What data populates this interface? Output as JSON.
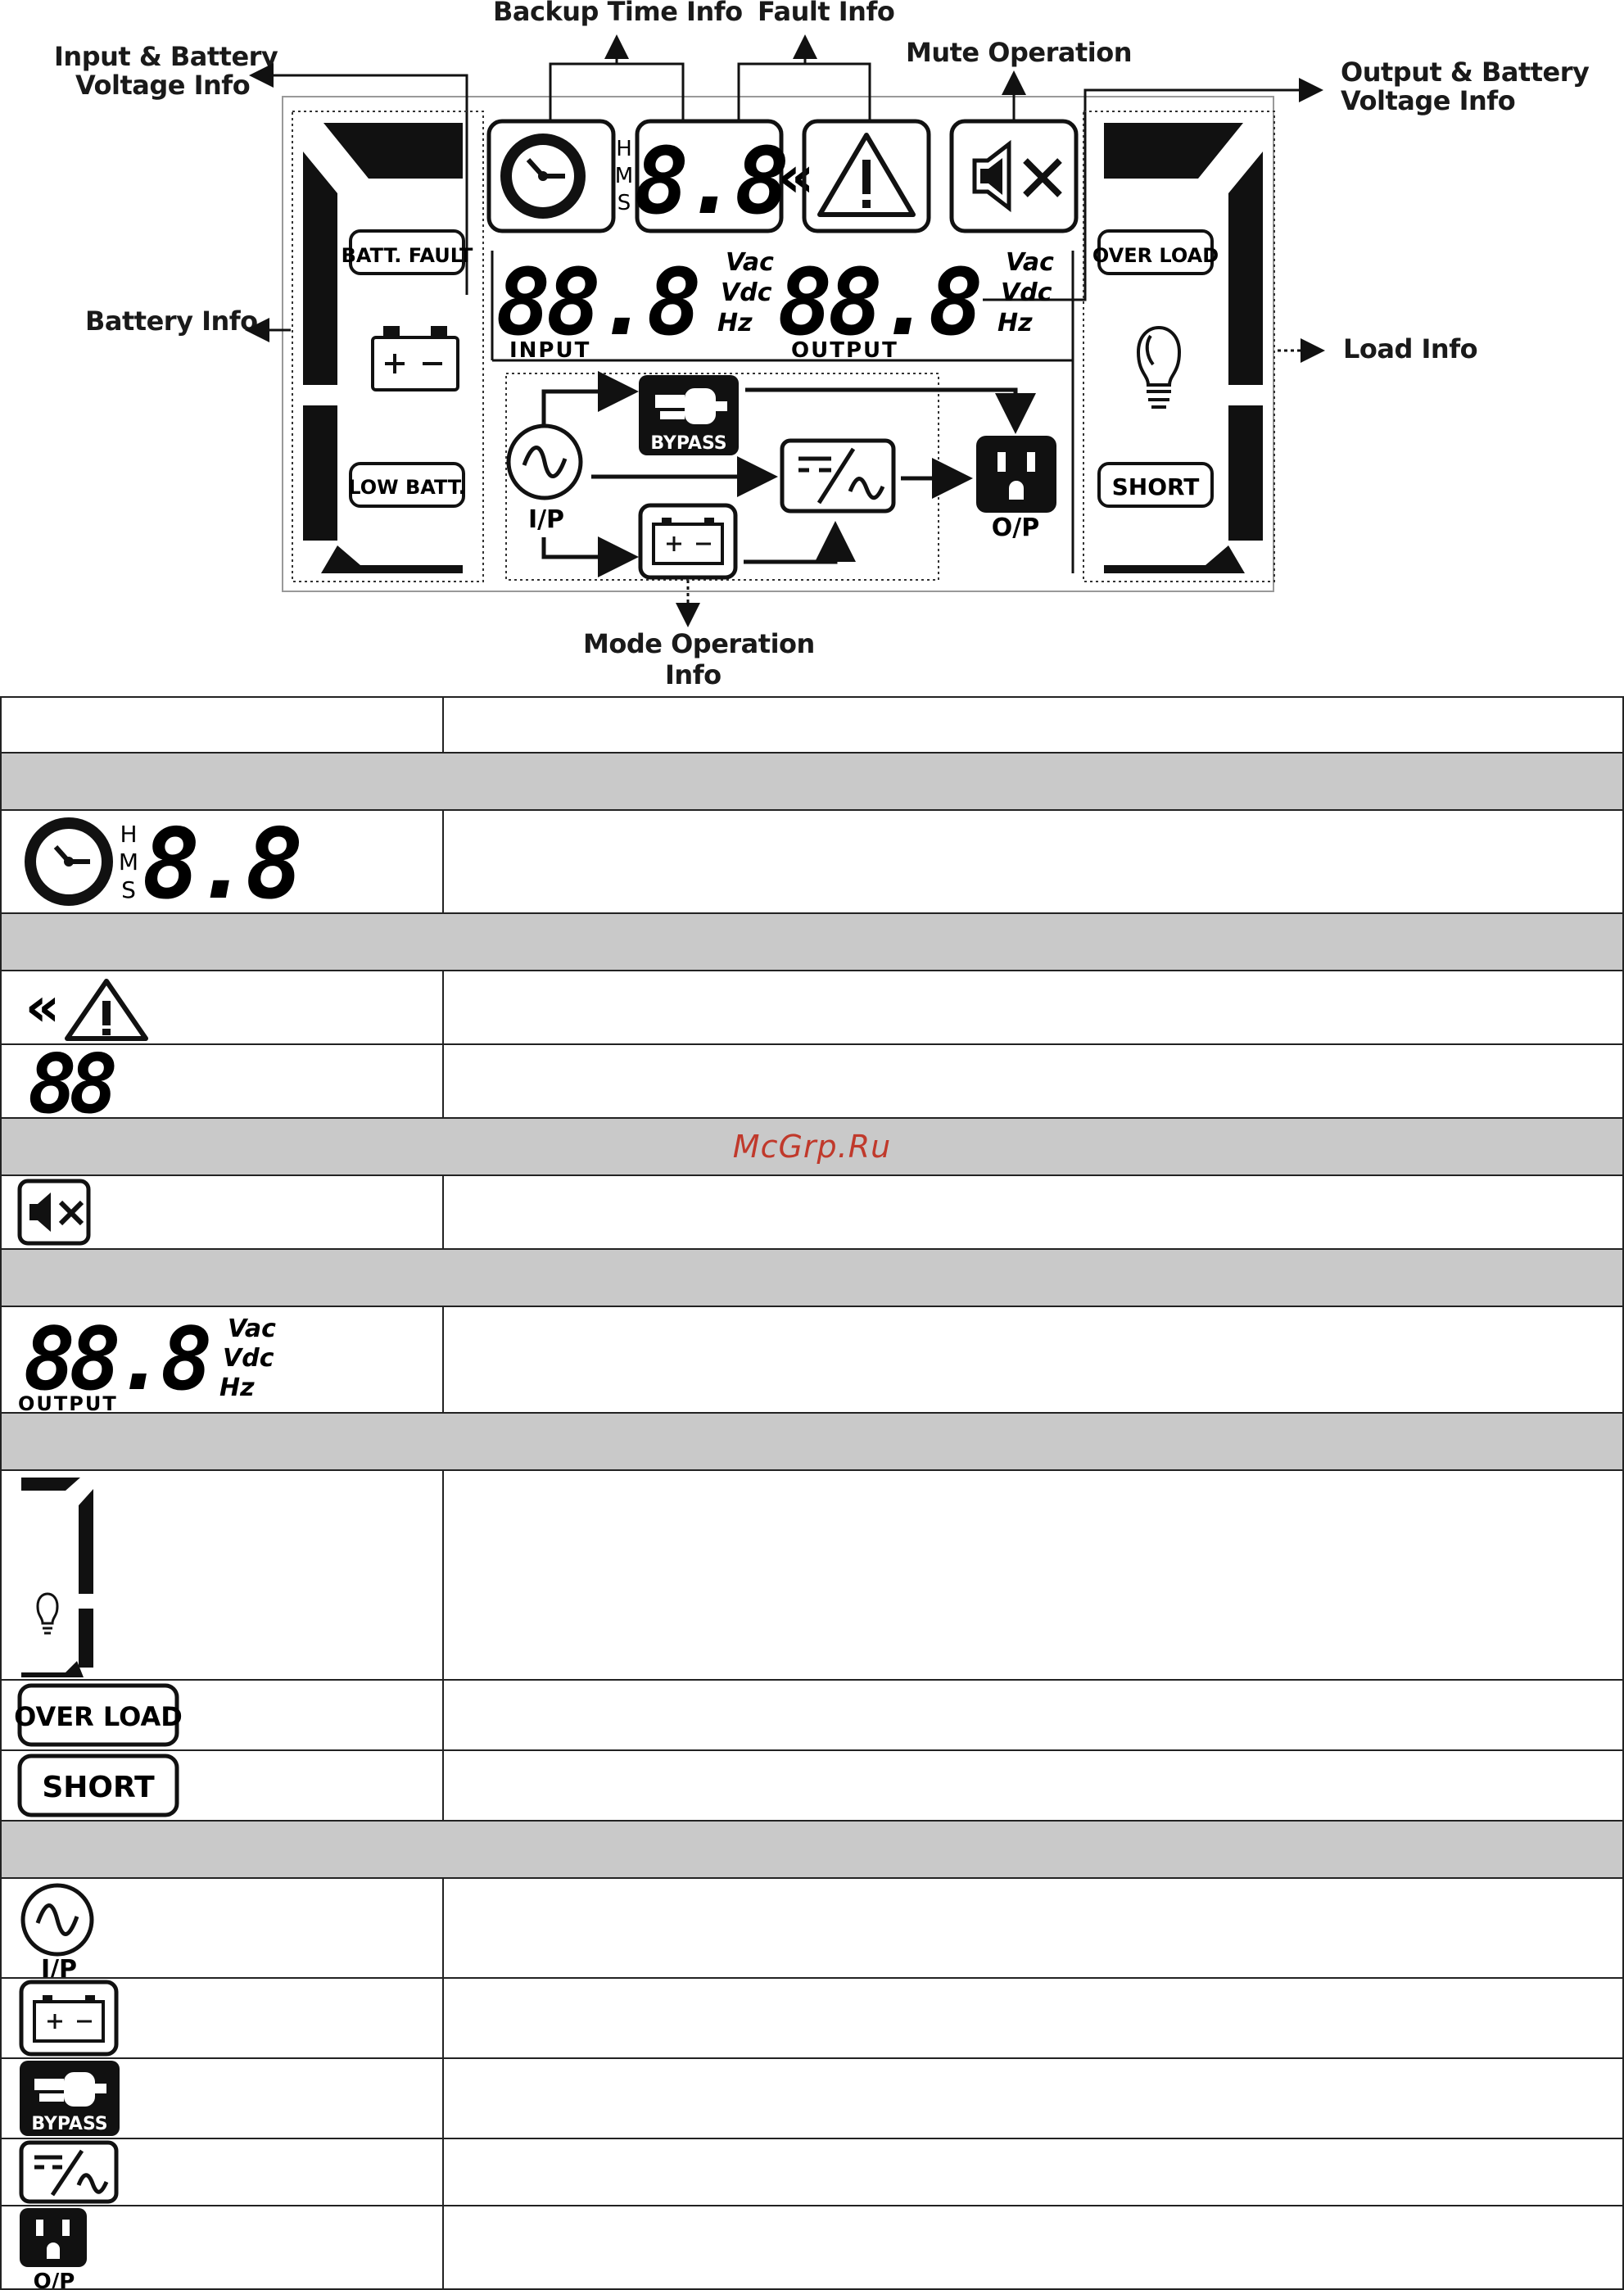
{
  "diagram": {
    "callouts": {
      "backup_time": "Backup Time Info",
      "fault": "Fault Info",
      "mute": "Mute Operation",
      "input_battery_1": "Input & Battery",
      "input_battery_2": "Voltage Info",
      "output_battery_1": "Output & Battery",
      "output_battery_2": "Voltage Info",
      "battery": "Battery Info",
      "load": "Load Info",
      "mode_1": "Mode Operation",
      "mode_2": "Info"
    },
    "panel": {
      "hms": [
        "H",
        "M",
        "S"
      ],
      "digits_2": "8.8",
      "chevrons": "«",
      "digits_3": "88.8",
      "units": [
        "Vac",
        "Vdc",
        "Hz"
      ],
      "input_label": "INPUT",
      "output_label": "OUTPUT",
      "batt_fault": "BATT. FAULT",
      "low_batt": "LOW BATT.",
      "over_load": "OVER LOAD",
      "short": "SHORT",
      "bypass": "BYPASS",
      "ip": "I/P",
      "op": "O/P"
    }
  },
  "table": {
    "watermark": "McGrp.Ru",
    "icons": {
      "hms": [
        "H",
        "M",
        "S"
      ],
      "digits_2": "8.8",
      "digits_fault": "88",
      "digits_3": "88.8",
      "units": [
        "Vac",
        "Vdc",
        "Hz"
      ],
      "output_label": "OUTPUT",
      "chevrons": "«",
      "over_load": "OVER LOAD",
      "short": "SHORT",
      "ip": "I/P",
      "bypass": "BYPASS",
      "op": "O/P"
    }
  }
}
